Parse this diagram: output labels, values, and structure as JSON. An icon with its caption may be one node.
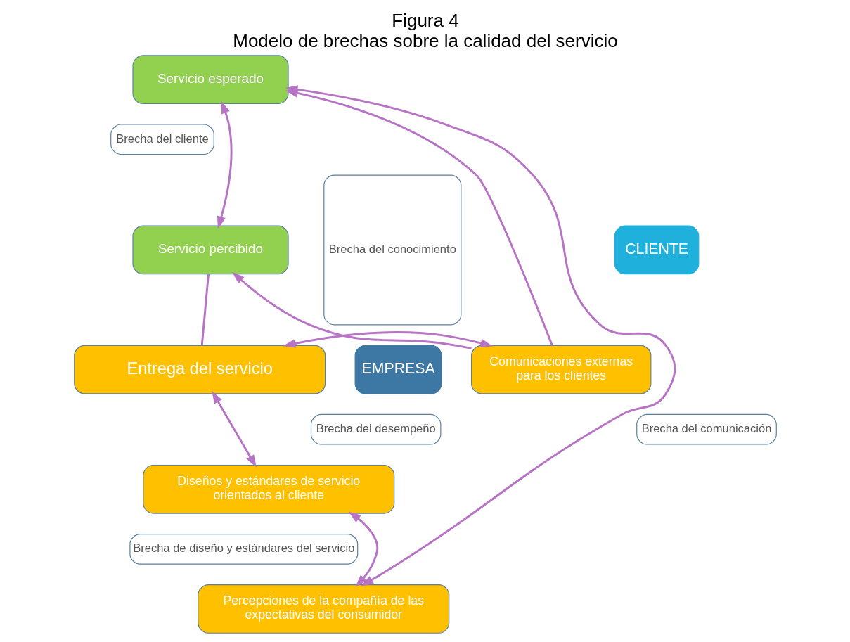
{
  "diagram": {
    "title": "Figura 4",
    "caption": "Modelo de brechas sobre la calidad del servicio",
    "nodes": [
      {
        "text": [
          "CLIENTE"
        ]
      },
      {
        "text": [
          "EMPRESA"
        ]
      },
      {
        "text": [
          "Servicio esperado"
        ]
      },
      {
        "text": [
          "Brecha del cliente"
        ]
      },
      {
        "text": [
          "Servicio percibido"
        ]
      },
      {
        "text": [
          "Brecha del conocimiento"
        ]
      },
      {
        "text": [
          "Entrega del servicio"
        ]
      },
      {
        "text": [
          "Comunicaciones externas para los clientes"
        ]
      },
      {
        "text": [
          "Brecha del desempeño"
        ]
      },
      {
        "text": [
          "Brecha del comunicación"
        ]
      },
      {
        "text": [
          "Diseños y estándares de servicio orientados al cliente"
        ]
      },
      {
        "text": [
          "Brecha de diseño y estándares del servicio"
        ]
      },
      {
        "text": [
          "Percepciones de la compañía de las expectativas del consumidor"
        ]
      }
    ],
    "edges": [
      {
        "from": 12,
        "to": 2,
        "arrow": "both"
      },
      {
        "from": 2,
        "to": 4,
        "arrow": "both"
      },
      {
        "from": 4,
        "to": 6,
        "arrow": "none"
      },
      {
        "from": 6,
        "to": 7,
        "arrow": "both"
      },
      {
        "from": 7,
        "to": 2,
        "arrow": "to"
      },
      {
        "from": 7,
        "to": 4,
        "arrow": "to"
      },
      {
        "from": 6,
        "to": 10,
        "arrow": "both"
      },
      {
        "from": 10,
        "to": 12,
        "arrow": "both"
      }
    ]
  }
}
